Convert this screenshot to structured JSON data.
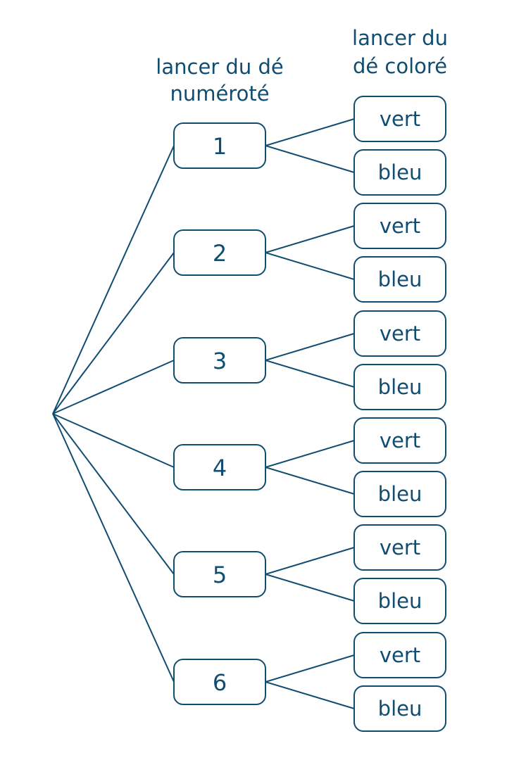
{
  "colors": {
    "ink": "#114d70",
    "background": "#ffffff"
  },
  "headers": {
    "numbered_die": [
      "lancer du dé",
      "numéroté"
    ],
    "colored_die": [
      "lancer du",
      "dé coloré"
    ]
  },
  "tree": {
    "numbered_outcomes": [
      "1",
      "2",
      "3",
      "4",
      "5",
      "6"
    ],
    "color_outcomes": [
      "vert",
      "bleu"
    ]
  }
}
